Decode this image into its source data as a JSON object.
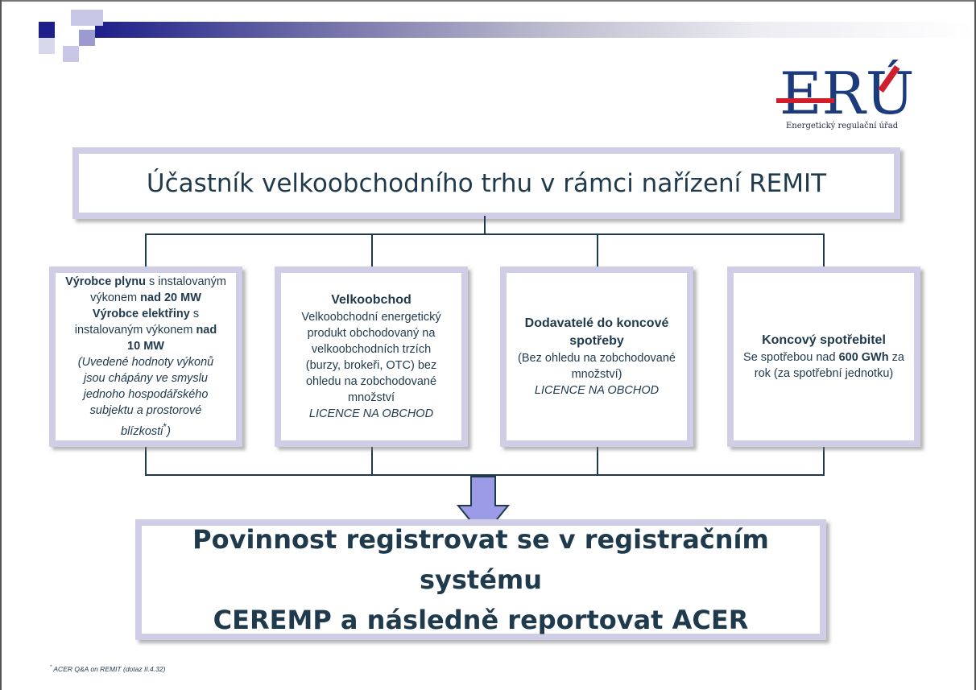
{
  "logo": {
    "letters": "ERÚ",
    "subtitle": "Energetický regulační úřad",
    "colors": {
      "blue": "#1c3b7c",
      "red": "#d11e2c"
    }
  },
  "title": "Účastník velkoobchodního trhu v rámci nařízení REMIT",
  "categories": [
    {
      "id": "producers",
      "lines": [
        {
          "parts": [
            {
              "text": "Výrobce plynu",
              "bold": true
            },
            {
              "text": " s instalovaným"
            }
          ]
        },
        {
          "parts": [
            {
              "text": "výkonem "
            },
            {
              "text": "nad 20 MW",
              "bold": true
            }
          ]
        },
        {
          "parts": [
            {
              "text": "Výrobce elektřiny",
              "bold": true
            },
            {
              "text": " s"
            }
          ]
        },
        {
          "parts": [
            {
              "text": "instalovaným výkonem "
            },
            {
              "text": "nad",
              "bold": true
            }
          ]
        },
        {
          "parts": [
            {
              "text": "10 MW",
              "bold": true
            }
          ]
        },
        {
          "parts": [
            {
              "text": "(Uvedené hodnoty výkonů",
              "italic": true
            }
          ]
        },
        {
          "parts": [
            {
              "text": "jsou chápány ve smyslu",
              "italic": true
            }
          ]
        },
        {
          "parts": [
            {
              "text": "jednoho hospodářského",
              "italic": true
            }
          ]
        },
        {
          "parts": [
            {
              "text": "subjektu a prostorové",
              "italic": true
            }
          ]
        },
        {
          "parts": [
            {
              "text": "blízkosti",
              "italic": true
            },
            {
              "text": "*",
              "sup": true
            },
            {
              "text": ")",
              "italic": true
            }
          ]
        }
      ]
    },
    {
      "id": "wholesale",
      "heading": "Velkoobchod",
      "lines": [
        {
          "parts": [
            {
              "text": "Velkoobchodní energetický"
            }
          ]
        },
        {
          "parts": [
            {
              "text": "produkt obchodovaný na"
            }
          ]
        },
        {
          "parts": [
            {
              "text": "velkoobchodních trzích"
            }
          ]
        },
        {
          "parts": [
            {
              "text": "(burzy, brokeři, OTC) bez"
            }
          ]
        },
        {
          "parts": [
            {
              "text": "ohledu na zobchodované"
            }
          ]
        },
        {
          "parts": [
            {
              "text": "množství"
            }
          ]
        },
        {
          "parts": [
            {
              "text": "LICENCE NA OBCHOD",
              "italic": true
            }
          ]
        }
      ]
    },
    {
      "id": "suppliers",
      "heading": "Dodavatelé do koncové spotřeby",
      "lines": [
        {
          "parts": [
            {
              "text": "(Bez ohledu na zobchodované"
            }
          ]
        },
        {
          "parts": [
            {
              "text": "množství)"
            }
          ]
        },
        {
          "parts": [
            {
              "text": "LICENCE NA OBCHOD",
              "italic": true
            }
          ]
        }
      ]
    },
    {
      "id": "consumer",
      "heading": "Koncový spotřebitel",
      "lines": [
        {
          "parts": [
            {
              "text": "Se spotřebou nad "
            },
            {
              "text": "600 GWh",
              "bold": true
            },
            {
              "text": " za"
            }
          ]
        },
        {
          "parts": [
            {
              "text": "rok (za spotřební jednotku)"
            }
          ]
        }
      ]
    }
  ],
  "result_lines": [
    "Povinnost registrovat se v registračním systému",
    "CEREMP a následně reportovat ACER"
  ],
  "footnote": {
    "marker": "*",
    "text": " ACER Q&A on REMIT (dotaz II.4.32)"
  },
  "colors": {
    "box_border": "#cfcee6",
    "text": "#1f3a4d",
    "arrow": "#9b9be6",
    "banner_dark": "#1e1e8a"
  }
}
